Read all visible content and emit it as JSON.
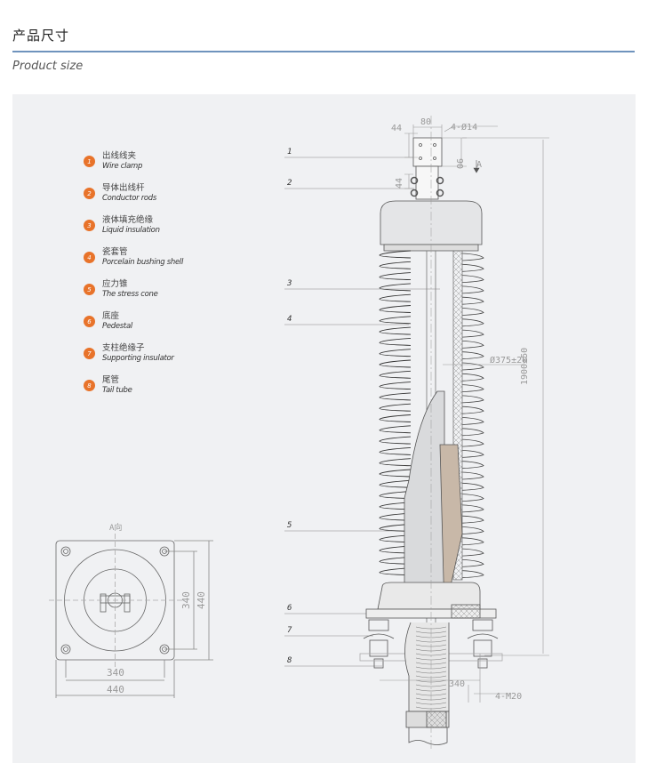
{
  "header": {
    "title": "产品尺寸",
    "subtitle": "Product size"
  },
  "legend": [
    {
      "num": "1",
      "cn": "出线线夹",
      "en": "Wire clamp"
    },
    {
      "num": "2",
      "cn": "导体出线杆",
      "en": "Conductor rods"
    },
    {
      "num": "3",
      "cn": "液体填充绝缘",
      "en": "Liquid insulation"
    },
    {
      "num": "4",
      "cn": "瓷套管",
      "en": "Porcelain bushing shell"
    },
    {
      "num": "5",
      "cn": "应力锥",
      "en": "The stress cone"
    },
    {
      "num": "6",
      "cn": "底座",
      "en": "Pedestal"
    },
    {
      "num": "7",
      "cn": "支柱绝缘子",
      "en": "Supporting insulator"
    },
    {
      "num": "8",
      "cn": "尾管",
      "en": "Tail tube"
    }
  ],
  "drawing": {
    "callouts": [
      "1",
      "2",
      "3",
      "4",
      "5",
      "6",
      "7",
      "8"
    ],
    "dims": {
      "top_width": "80",
      "top_offset": "44",
      "holes": "4-Ø14",
      "top_height": "90",
      "rod_spacing": "44",
      "view_arrow": "A",
      "diameter": "Ø375±20",
      "height": "1900±50",
      "base_spacing": "340",
      "bolts": "4-M20"
    },
    "view_a": {
      "label": "A向",
      "inner_v": "340",
      "outer_v": "440",
      "inner_h": "340",
      "outer_h": "440"
    }
  },
  "colors": {
    "accent": "#e8732a",
    "rule": "#6f93bd",
    "panel": "#f0f1f3"
  }
}
